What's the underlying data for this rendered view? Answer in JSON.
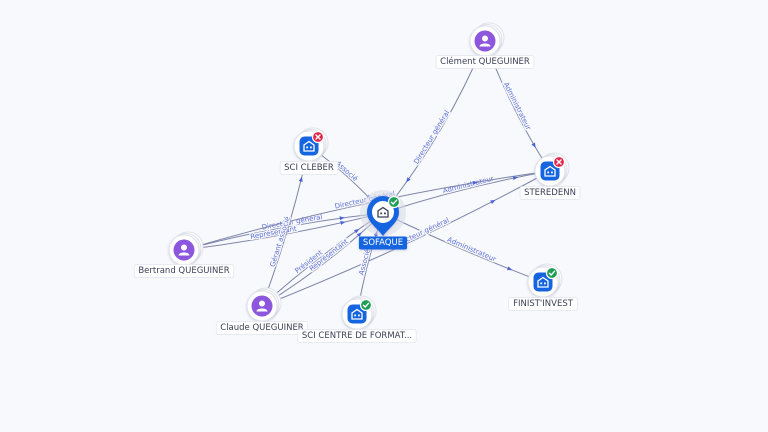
{
  "colors": {
    "person": "#8c56dd",
    "company": "#1565e0",
    "active_badge": "#1f9d55",
    "closed_badge": "#e0284b",
    "edge": "#7d84a8",
    "edge_label": "#5b6fd6"
  },
  "nodes": [
    {
      "id": "sofaque",
      "label": "SOFAQUE",
      "kind": "company",
      "central": true,
      "status": "active",
      "icon": "building-icon"
    },
    {
      "id": "clement",
      "label": "Clément QUEGUINER",
      "kind": "person",
      "icon": "person-icon"
    },
    {
      "id": "sci_cleber",
      "label": "SCI CLEBER",
      "kind": "company",
      "status": "closed",
      "icon": "building-icon"
    },
    {
      "id": "steredenn",
      "label": "STEREDENN",
      "kind": "company",
      "status": "closed",
      "icon": "building-icon"
    },
    {
      "id": "bertrand",
      "label": "Bertrand QUEGUINER",
      "kind": "person",
      "icon": "person-icon"
    },
    {
      "id": "claude",
      "label": "Claude QUEGUINER",
      "kind": "person",
      "icon": "person-icon"
    },
    {
      "id": "sci_centre",
      "label": "SCI CENTRE DE FORMAT...",
      "kind": "company",
      "status": "active",
      "icon": "building-icon"
    },
    {
      "id": "finist",
      "label": "FINIST'INVEST",
      "kind": "company",
      "status": "active",
      "icon": "building-icon"
    }
  ],
  "edges": [
    {
      "id": "e1",
      "from": "clement",
      "to": "sofaque",
      "label": "Directeur général"
    },
    {
      "id": "e2",
      "from": "clement",
      "to": "steredenn",
      "label": "Administrateur"
    },
    {
      "id": "e3",
      "from": "sofaque",
      "to": "steredenn",
      "label": "Administrateur"
    },
    {
      "id": "e4",
      "from": "sofaque",
      "to": "finist",
      "label": "Administrateur"
    },
    {
      "id": "e5",
      "from": "sci_cleber",
      "to": "sofaque",
      "label": "Associé"
    },
    {
      "id": "e6",
      "from": "bertrand",
      "to": "sofaque",
      "label": "Directeur général"
    },
    {
      "id": "e7",
      "from": "bertrand",
      "to": "sofaque",
      "label": "Représentant"
    },
    {
      "id": "e8",
      "from": "bertrand",
      "to": "steredenn",
      "label": "Directeur général"
    },
    {
      "id": "e9",
      "from": "claude",
      "to": "sci_cleber",
      "label": "Gérant associé"
    },
    {
      "id": "e10",
      "from": "claude",
      "to": "sofaque",
      "label": "Président"
    },
    {
      "id": "e11",
      "from": "claude",
      "to": "sofaque",
      "label": "Représentant"
    },
    {
      "id": "e12",
      "from": "claude",
      "to": "steredenn",
      "label": "Directeur général"
    },
    {
      "id": "e13",
      "from": "sci_centre",
      "to": "sofaque",
      "label": "Associé"
    }
  ]
}
